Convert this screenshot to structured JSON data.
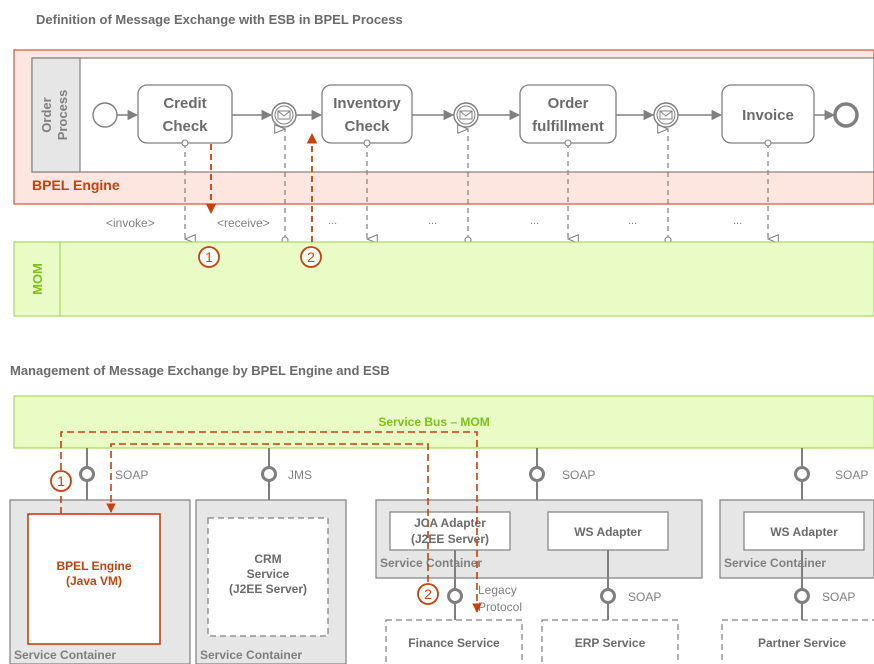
{
  "top": {
    "title": "Definition of Message Exchange with ESB in BPEL Process",
    "pool_label_1": "Order",
    "pool_label_2": "Process",
    "engine_label": "BPEL Engine",
    "tasks": [
      {
        "l1": "Credit",
        "l2": "Check"
      },
      {
        "l1": "Inventory",
        "l2": "Check"
      },
      {
        "l1": "Order",
        "l2": "fulfillment"
      },
      {
        "l1": "Invoice",
        "l2": ""
      }
    ],
    "msg_labels": [
      "<invoke>",
      "<receive>",
      "...",
      "...",
      "...",
      "...",
      "...",
      "..."
    ],
    "mom_label": "MOM",
    "markers": [
      "1",
      "2"
    ]
  },
  "bottom": {
    "title": "Management of Message Exchange by BPEL Engine and ESB",
    "bus_label": "Service Bus – MOM",
    "protocols": [
      "SOAP",
      "JMS",
      "SOAP",
      "SOAP",
      "SOAP",
      "SOAP"
    ],
    "bpel_engine_l1": "BPEL Engine",
    "bpel_engine_l2": "(Java VM)",
    "crm_l1": "CRM",
    "crm_l2": "Service",
    "crm_l3": "(J2EE Server)",
    "service_container": "Service Container",
    "jca_l1": "JCA Adapter",
    "jca_l2": "(J2EE Server)",
    "ws_adapter": "WS Adapter",
    "legacy_l1": "Legacy",
    "legacy_l2": "Protocol",
    "finance": "Finance Service",
    "erp": "ERP Service",
    "partner": "Partner Service",
    "markers": [
      "1",
      "2"
    ]
  },
  "colors": {
    "accent_red": "#c8410b",
    "engine_fill": "#fde6df",
    "mom_fill": "#e9fcc5",
    "mom_stroke": "#a8d860",
    "mom_text": "#7cc21a",
    "grey_box": "#e6e6e6",
    "grey_stroke": "#7f7f7f"
  }
}
